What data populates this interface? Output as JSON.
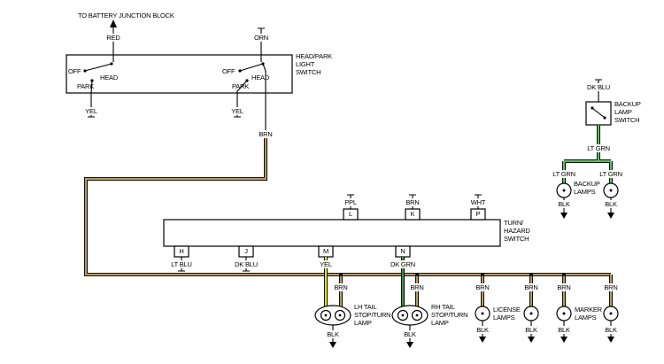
{
  "diagram": {
    "wire_colors": {
      "brn": "#b39a6b",
      "yel": "#e6df2b",
      "dk_grn": "#3f9140",
      "lt_grn": "#63bc67"
    },
    "labels": {
      "battery": "TO BATTERY JUNCTION BLOCK",
      "red": "RED",
      "orn": "ORN",
      "yel": "YEL",
      "brn": "BRN",
      "blk": "BLK",
      "ppl": "PPL",
      "wht": "WHT",
      "lt_blu": "LT BLU",
      "dk_blu": "DK BLU",
      "dk_grn": "DK GRN",
      "lt_grn": "LT GRN",
      "off": "OFF",
      "head": "HEAD",
      "park": "PARK",
      "head_park_switch": "HEAD/PARK\nLIGHT\nSWITCH",
      "turn_hazard_switch": "TURN/\nHAZARD\nSWITCH",
      "backup_lamp_switch": "BACKUP\nLAMP\nSWITCH",
      "backup_lamps": "BACKUP\nLAMPS",
      "lh_tail_lamp": "LH TAIL\nSTOP/TURN\nLAMP",
      "rh_tail_lamp": "RH TAIL\nSTOP/TURN\nLAMP",
      "license_lamps": "LICENSE\nLAMPS",
      "marker_lamps": "MARKER\nLAMPS",
      "pin_l": "L",
      "pin_k": "K",
      "pin_p": "P",
      "pin_h": "H",
      "pin_j": "J",
      "pin_m": "M",
      "pin_n": "N"
    }
  }
}
